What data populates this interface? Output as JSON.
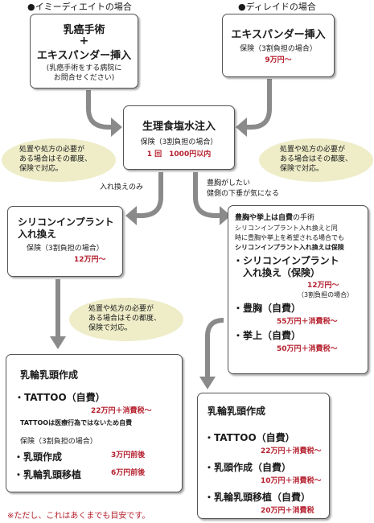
{
  "header": {
    "immediate": "●イミーディエイトの場合",
    "delayed": "●ディレイドの場合"
  },
  "box_immediate": {
    "line1": "乳癌手術",
    "plus": "+",
    "line2": "エキスパンダー挿入",
    "note1": "(乳癌手術をする病院に",
    "note2": "お問合せください)"
  },
  "box_delayed": {
    "title": "エキスパンダー挿入",
    "insurance": "保険（3割負担の場合）",
    "price": "9万円～"
  },
  "box_saline": {
    "title": "生理食塩水注入",
    "insurance": "保険（3割負担の場合）",
    "price": "1 回　1000円以内"
  },
  "notes": {
    "line1": "処置や処方の必要が",
    "line2": "ある場合はその都度、",
    "line3": "保険で対応。"
  },
  "branch_labels": {
    "left": "入れ換えのみ",
    "right1": "豊胸がしたい",
    "right2": "健側の下垂が気になる"
  },
  "box_silicone": {
    "title1": "シリコンインプラント",
    "title2": "入れ換え",
    "insurance": "保険（3割負担の場合）",
    "price": "12万円～"
  },
  "box_augment": {
    "heading_a": "豊胸や挙上は自費",
    "heading_b": "の手術",
    "desc1": "シリコンインプラント入れ換えと同",
    "desc2": "時に豊胸や挙上を希望される場合でも",
    "desc3": "シリコンインプラント入れ換えは保険",
    "item1_a": "・シリコンインプラント",
    "item1_b": "入れ換え（保険）",
    "item1_price": "12万円～",
    "item1_note": "（3割負担の場合）",
    "item2": "・豊胸（自費）",
    "item2_price": "55万円＋消費税～",
    "item3": "・挙上（自費）",
    "item3_price": "50万円＋消費税～"
  },
  "box_nipple_left": {
    "title": "乳輪乳頭作成",
    "tattoo": "・TATTOO（自費）",
    "tattoo_price": "22万円＋消費税～",
    "tattoo_note": "TATTOOは医療行為ではないため自費",
    "insurance": "保険（3割負担の場合）",
    "item1": "・乳頭作成",
    "item1_price": "3万円前後",
    "item2": "・乳輪乳頭移植",
    "item2_price": "6万円前後"
  },
  "box_nipple_right": {
    "title": "乳輪乳頭作成",
    "tattoo": "・TATTOO（自費）",
    "tattoo_price": "22万円＋消費税～",
    "item1": "・乳頭作成（自費）",
    "item1_price": "10万円＋消費税～",
    "item2": "・乳輪乳頭移植（自費）",
    "item2_price": "20万円＋消費税"
  },
  "footer": "※ただし、これはあくまでも目安です。",
  "colors": {
    "price": "#b5202e",
    "arrow": "#8a8a8a",
    "note_bg": "#eeedc8"
  }
}
